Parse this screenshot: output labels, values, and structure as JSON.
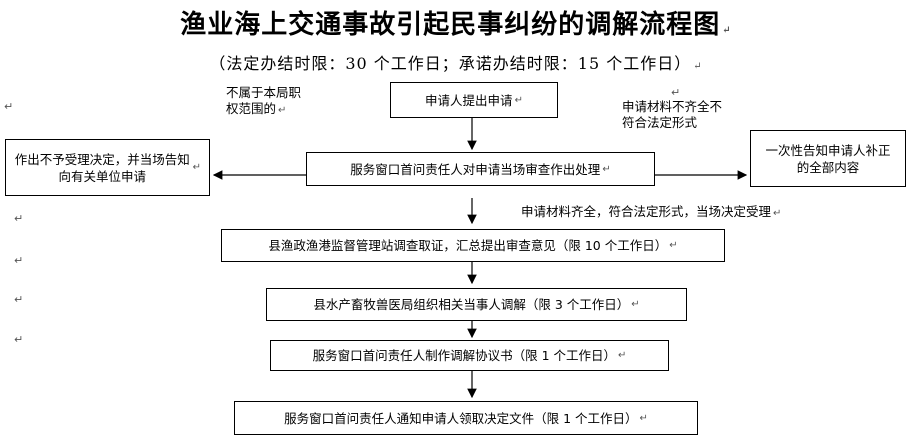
{
  "title": "渔业海上交通事故引起民事纠纷的调解流程图",
  "subtitle": "（法定办结时限：30 个工作日；承诺办结时限：15 个工作日）",
  "paragraph_mark": "↵",
  "nodes": {
    "apply": "申请人提出申请",
    "review": "服务窗口首问责任人对申请当场审查作出处理",
    "reject": "作出不予受理决定，并当场告知向有关单位申请",
    "notify": "一次性告知申请人补正的全部内容",
    "investigate": "县渔政渔港监督管理站调查取证，汇总提出审查意见（限 10 个工作日）",
    "mediate": "县水产畜牧兽医局组织相关当事人调解（限 3 个工作日）",
    "agreement": "服务窗口首问责任人制作调解协议书（限 1 个工作日）",
    "notify_pickup": "服务窗口首问责任人通知申请人领取决定文件（限 1 个工作日）"
  },
  "labels": {
    "not_in_scope": "不属于本局职权范围的",
    "incomplete": "申请材料不齐全不符合法定形式",
    "accepted": "申请材料齐全，符合法定形式，当场决定受理"
  }
}
